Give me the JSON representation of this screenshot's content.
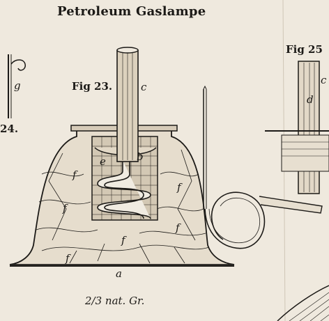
{
  "title": "Petroleum Gaslampe",
  "figures": {
    "fig23": "Fig 23.",
    "fig24": "24.",
    "fig25": "Fig 25"
  },
  "letters": {
    "a": "a",
    "b": "b",
    "c": "c",
    "d": "d",
    "e": "e",
    "f": "f",
    "g": "g"
  },
  "scale_note": "2/3 nat. Gr.",
  "colors": {
    "paper": "#efe9de",
    "ink": "#1c1a17"
  }
}
